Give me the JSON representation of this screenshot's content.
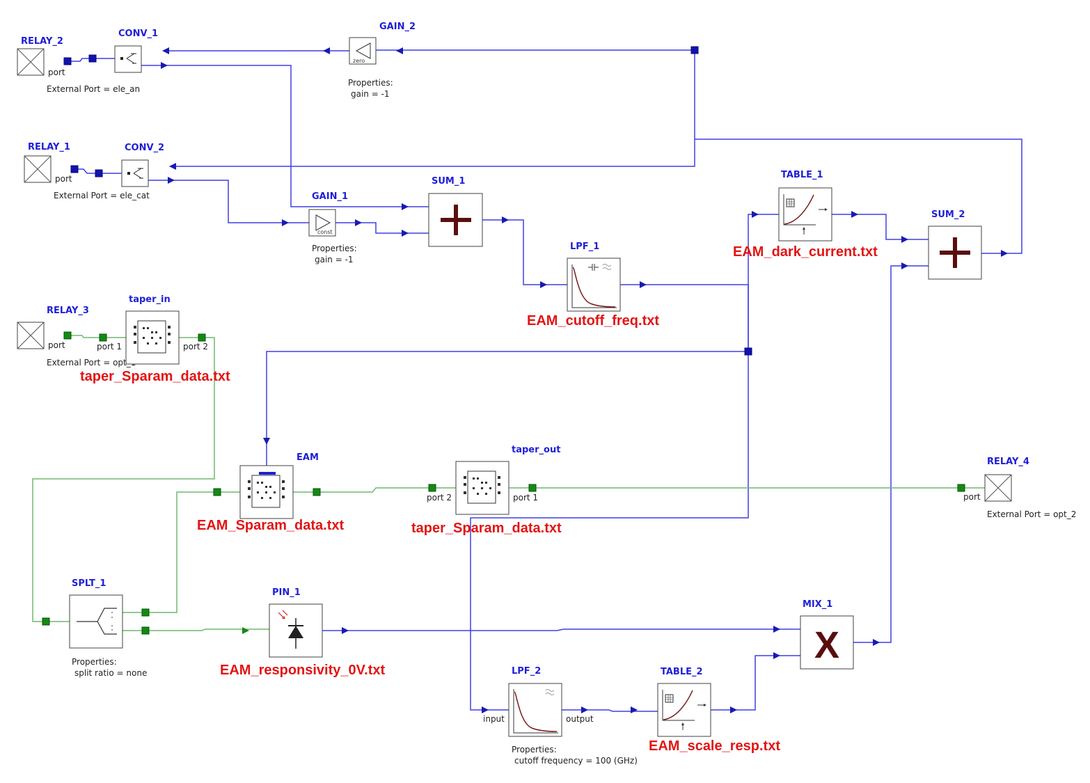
{
  "colors": {
    "electrical": "#3f3fe6",
    "optical": "#6fb96f",
    "title": "#1f1fd8",
    "filename": "#e31414",
    "port_elec": "#1212b0",
    "port_opt": "#138a13",
    "symbol": "#5a0f0f"
  },
  "relays": {
    "relay_2": {
      "title": "RELAY_2",
      "port": "port",
      "ext": "External Port = ele_an"
    },
    "relay_1": {
      "title": "RELAY_1",
      "port": "port",
      "ext": "External Port = ele_cat"
    },
    "relay_3": {
      "title": "RELAY_3",
      "port": "port",
      "ext": "External Port = opt_1"
    },
    "relay_4": {
      "title": "RELAY_4",
      "port": "port",
      "ext": "External Port = opt_2"
    }
  },
  "conv_1": {
    "title": "CONV_1"
  },
  "conv_2": {
    "title": "CONV_2"
  },
  "gain_2": {
    "title": "GAIN_2",
    "icon_label": "zero",
    "props": "Properties:",
    "prop_val": "gain = -1"
  },
  "gain_1": {
    "title": "GAIN_1",
    "icon_label": "const",
    "props": "Properties:",
    "prop_val": "gain = -1"
  },
  "sum_1": {
    "title": "SUM_1"
  },
  "sum_2": {
    "title": "SUM_2"
  },
  "lpf_1": {
    "title": "LPF_1",
    "file": "EAM_cutoff_freq.txt"
  },
  "table_1": {
    "title": "TABLE_1",
    "file": "EAM_dark_current.txt"
  },
  "taper_in": {
    "title": "taper_in",
    "port1": "port 1",
    "port2": "port 2",
    "file": "taper_Sparam_data.txt"
  },
  "eam": {
    "title": "EAM",
    "file": "EAM_Sparam_data.txt"
  },
  "taper_out": {
    "title": "taper_out",
    "port1": "port 1",
    "port2": "port 2",
    "file": "taper_Sparam_data.txt"
  },
  "splt_1": {
    "title": "SPLT_1",
    "props": "Properties:",
    "prop_val": "split ratio = none"
  },
  "pin_1": {
    "title": "PIN_1",
    "file": "EAM_responsivity_0V.txt"
  },
  "mix_1": {
    "title": "MIX_1",
    "symbol": "X"
  },
  "lpf_2": {
    "title": "LPF_2",
    "input": "input",
    "output": "output",
    "props": "Properties:",
    "prop_val": "cutoff frequency = 100 (GHz)"
  },
  "table_2": {
    "title": "TABLE_2",
    "file": "EAM_scale_resp.txt"
  }
}
